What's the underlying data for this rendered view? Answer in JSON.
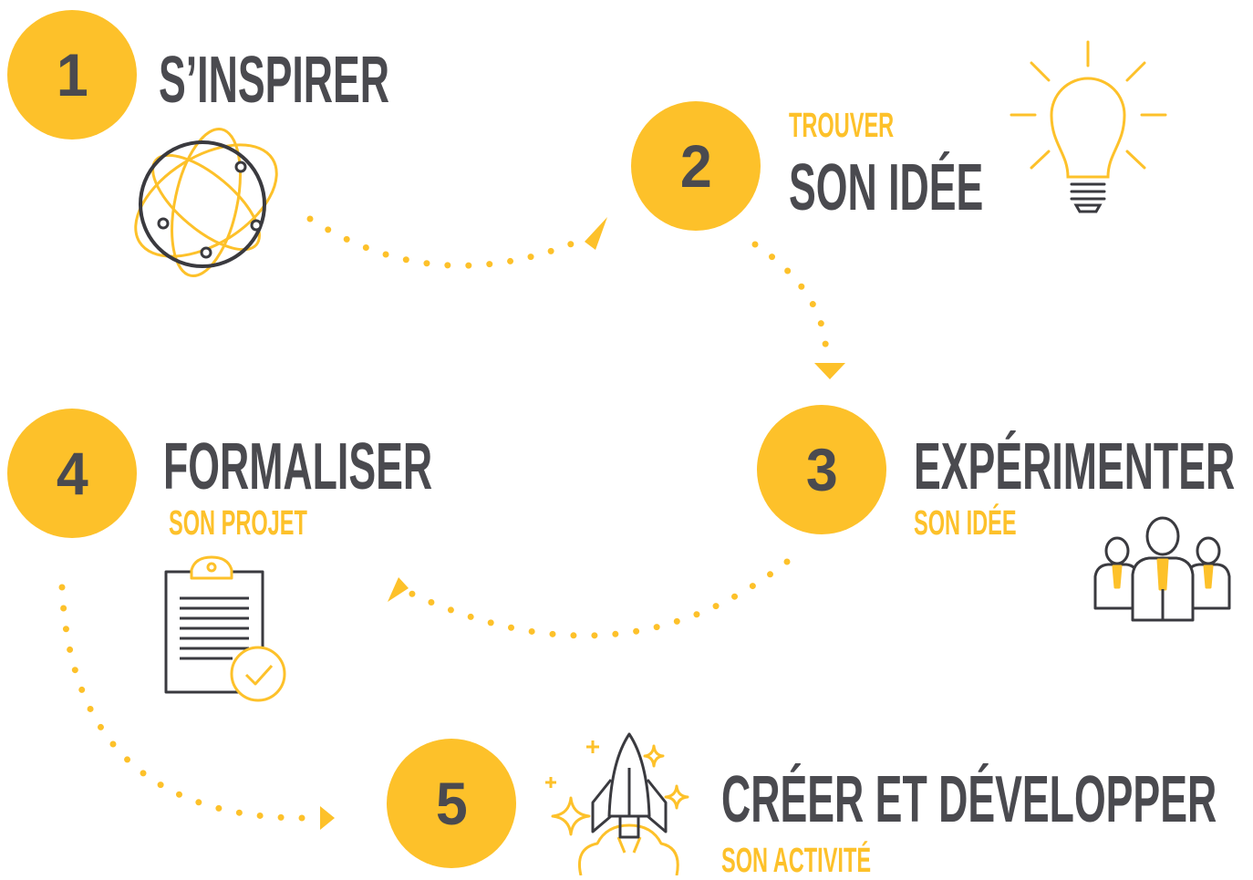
{
  "colors": {
    "accent": "#FDC12A",
    "dark": "#4A4A4F",
    "background": "#FFFFFF"
  },
  "steps": [
    {
      "number": "1",
      "title": "S’INSPIRER",
      "subtitle_before": "",
      "subtitle_after": "",
      "icon": "globe-network-icon"
    },
    {
      "number": "2",
      "title": "SON IDÉE",
      "subtitle_before": "TROUVER",
      "subtitle_after": "",
      "icon": "lightbulb-icon"
    },
    {
      "number": "3",
      "title": "EXPÉRIMENTER",
      "subtitle_before": "",
      "subtitle_after": "SON IDÉE",
      "icon": "team-icon"
    },
    {
      "number": "4",
      "title": "FORMALISER",
      "subtitle_before": "",
      "subtitle_after": "SON PROJET",
      "icon": "clipboard-check-icon"
    },
    {
      "number": "5",
      "title": "CRÉER ET DÉVELOPPER",
      "subtitle_before": "",
      "subtitle_after": "SON ACTIVITÉ",
      "icon": "rocket-icon"
    }
  ]
}
